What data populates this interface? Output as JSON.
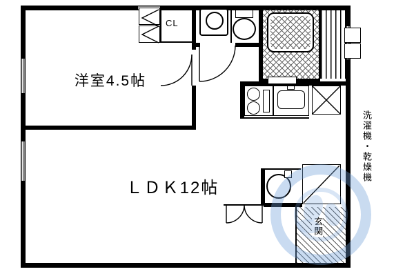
{
  "plan": {
    "rooms": {
      "western_room": "洋室4.5帖",
      "ldk": "ＬＤＫ12帖",
      "closet": "CL",
      "entrance": "玄関"
    },
    "annotations": {
      "appliance_note": "洗濯機・乾燥機"
    },
    "colors": {
      "wall": "#000000",
      "background": "#ffffff",
      "watermark_blue": "#6f9fd8"
    },
    "icons": [
      "washbasin-icon",
      "toilet-icon",
      "bathtub-icon",
      "shaft-hatch-icon",
      "stove-icon",
      "kitchen-sink-icon",
      "washer-pan-icon",
      "washing-machine-icon",
      "entrance-door-icon",
      "folding-door-icon",
      "door-arc-icon",
      "window-icon",
      "watermark-logo"
    ]
  }
}
